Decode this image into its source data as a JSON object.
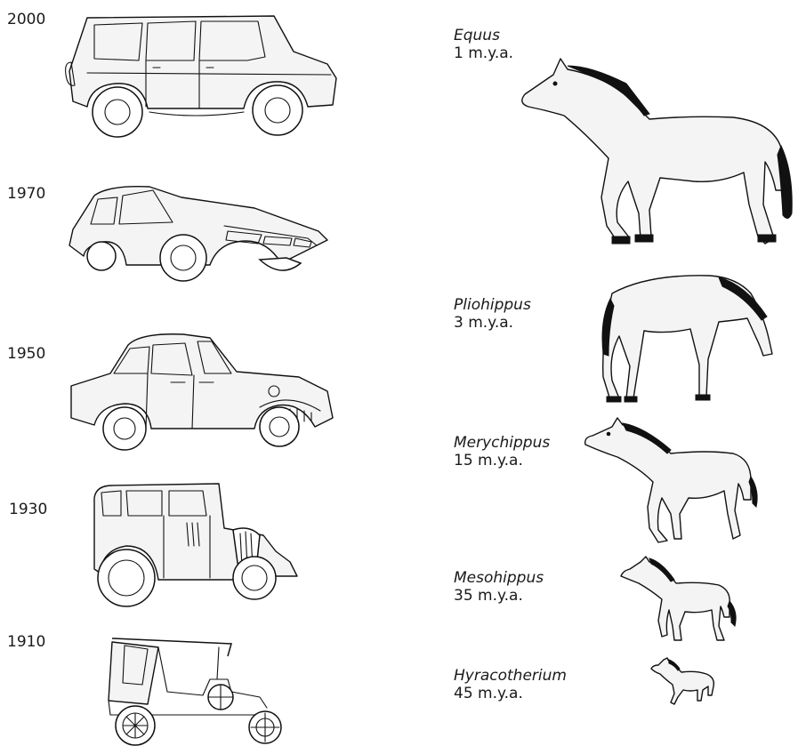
{
  "cars": [
    {
      "year": "2000"
    },
    {
      "year": "1970"
    },
    {
      "year": "1950"
    },
    {
      "year": "1930"
    },
    {
      "year": "1910"
    }
  ],
  "horses": [
    {
      "name": "Equus",
      "age": "1 m.y.a."
    },
    {
      "name": "Pliohippus",
      "age": "3 m.y.a."
    },
    {
      "name": "Merychippus",
      "age": "15 m.y.a."
    },
    {
      "name": "Mesohippus",
      "age": "35 m.y.a."
    },
    {
      "name": "Hyracotherium",
      "age": "45 m.y.a."
    }
  ]
}
